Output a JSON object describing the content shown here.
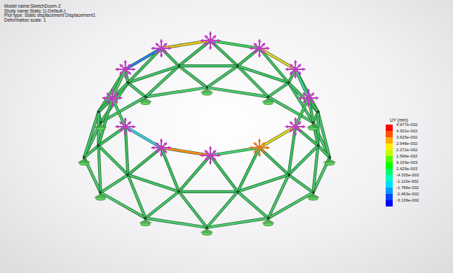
{
  "diagram": {
    "labels": [
      "Model name:SketchDoom-2",
      "Study name:Static 1(-Default-)",
      "Plot type: Static displacement Displacement1",
      "Deformation scale: 1",
      "UY (mm)"
    ],
    "legend": [
      {
        "text": "4.977e-002",
        "color": "#ff0000"
      },
      {
        "text": "4.301e-002",
        "color": "#ff5500"
      },
      {
        "text": "3.625e-002",
        "color": "#ffaa00"
      },
      {
        "text": "2.948e-002",
        "color": "#ffee00"
      },
      {
        "text": "2.272e-002",
        "color": "#bbff00"
      },
      {
        "text": "1.596e-002",
        "color": "#55ff00"
      },
      {
        "text": "9.193e-003",
        "color": "#00ff00"
      },
      {
        "text": "2.429e-003",
        "color": "#00ff66"
      },
      {
        "text": "-4.335e-003",
        "color": "#00ffbb"
      },
      {
        "text": "-1.110e-002",
        "color": "#00ddff"
      },
      {
        "text": "-1.786e-002",
        "color": "#0099ff"
      },
      {
        "text": "-2.463e-002",
        "color": "#0044ff"
      },
      {
        "text": "-3.139e-002",
        "color": "#0000ff"
      }
    ]
  }
}
